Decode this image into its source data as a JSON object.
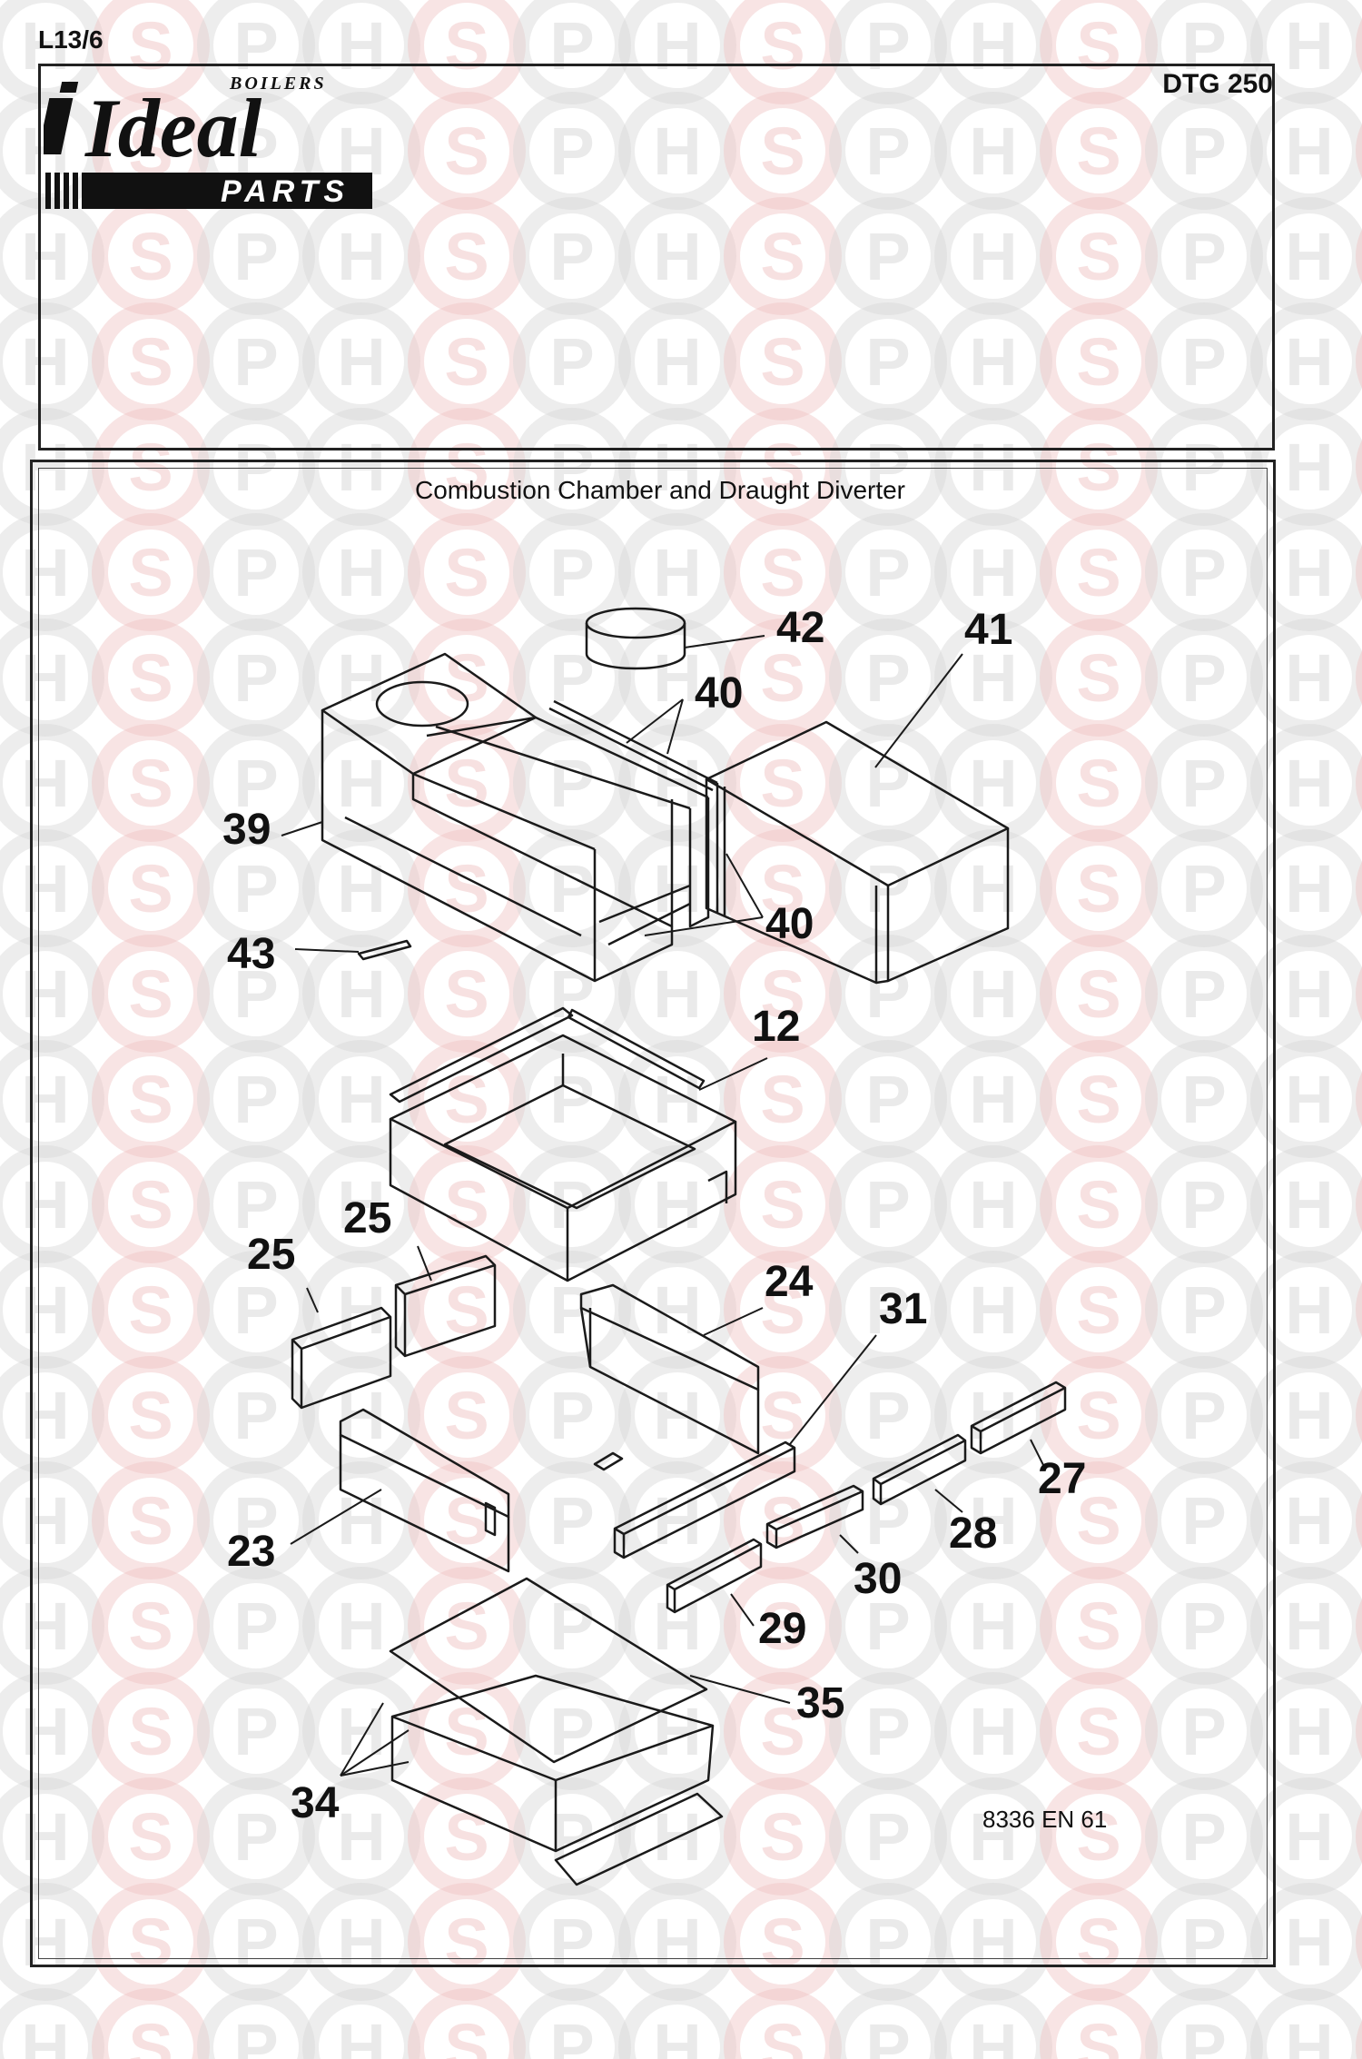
{
  "header": {
    "page_code": "L13/6",
    "model": "DTG 250",
    "brand_top": "BOILERS",
    "brand_main": "Ideal",
    "brand_parts": "PARTS"
  },
  "diagram": {
    "title": "Combustion Chamber and Draught Diverter",
    "reference": "8336 EN 61",
    "callouts": [
      "42",
      "41",
      "40",
      "39",
      "40",
      "43",
      "12",
      "25",
      "25",
      "24",
      "31",
      "27",
      "28",
      "23",
      "30",
      "29",
      "35",
      "34"
    ]
  },
  "watermark": {
    "letters": [
      "H",
      "S",
      "P"
    ],
    "colors": {
      "h": "#d7d7d7",
      "s": "#f0c4c4",
      "p": "#d7d7d7"
    }
  }
}
